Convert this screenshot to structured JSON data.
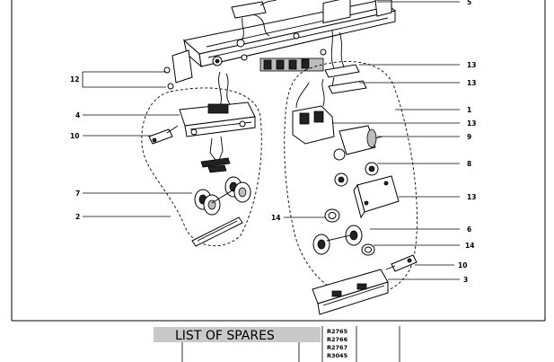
{
  "diagram": {
    "callouts": {
      "c1": "1",
      "c2": "2",
      "c3": "3",
      "c4": "4",
      "c5": "5",
      "c6": "6",
      "c7": "7",
      "c8": "8",
      "c9": "9",
      "c10a": "10",
      "c10b": "10",
      "c12": "12",
      "c13a": "13",
      "c13b": "13",
      "c13c": "13",
      "c13d": "13",
      "c14a": "14",
      "c14b": "14"
    }
  },
  "spares": {
    "title": "LIST OF SPARES",
    "codes": [
      "R2765",
      "R2766",
      "R2767",
      "R3045"
    ]
  }
}
